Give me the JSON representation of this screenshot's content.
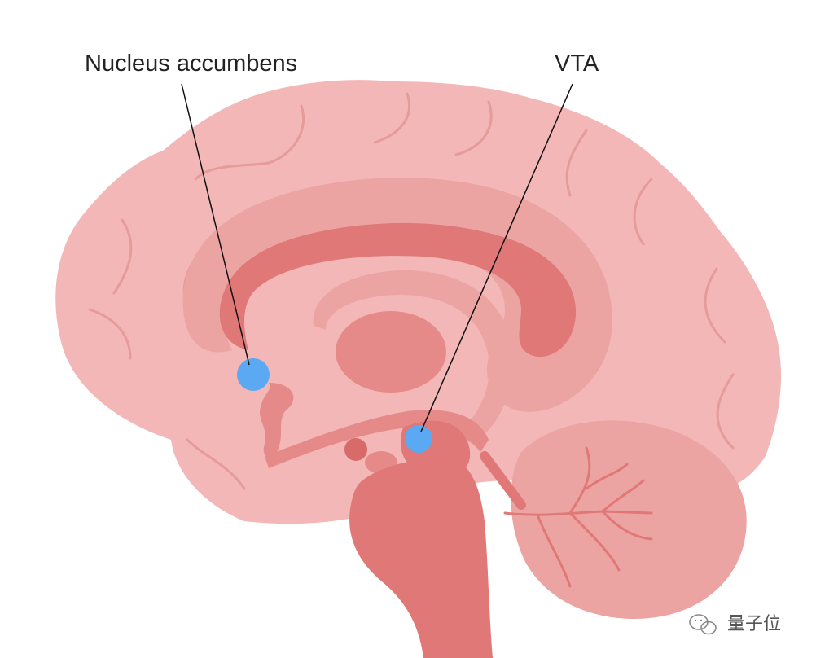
{
  "labels": {
    "nucleus_accumbens": "Nucleus accumbens",
    "vta": "VTA"
  },
  "watermark": {
    "text": "量子位",
    "icon": "wechat-icon"
  },
  "colors": {
    "cortex": "#f2b7b6",
    "cortex_outline": "#e8a09f",
    "gyrus_line": "#e59b9a",
    "inner_band": "#eca4a3",
    "corpus_callosum": "#e07878",
    "deep_structures": "#e58a89",
    "brainstem": "#e07878",
    "cerebellum": "#eca4a3",
    "marker": "#5aa9f2",
    "leader_line": "#111111",
    "label_text": "#222222",
    "watermark_text": "#555555"
  }
}
